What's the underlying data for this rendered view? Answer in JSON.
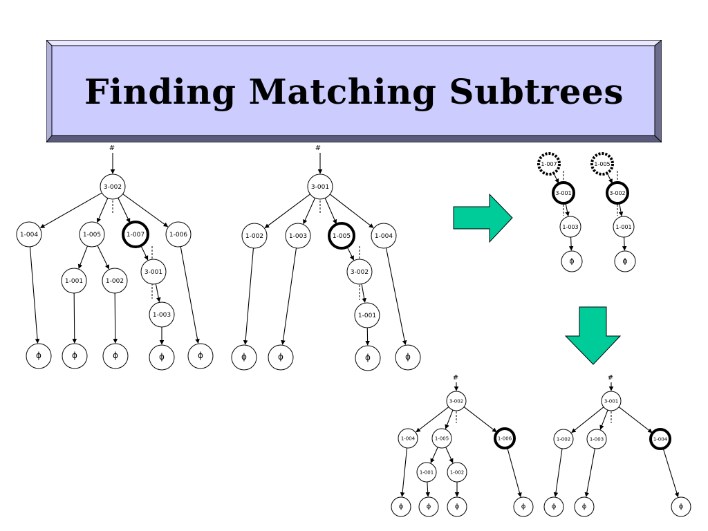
{
  "title": "Finding Matching Subtrees",
  "colors": {
    "title_fill": "#ccccff",
    "title_bevel_dark": "#7a7a9a",
    "title_bevel_light": "#e8e8ff",
    "arrow_fill": "#00cc99",
    "node_stroke": "#000000"
  },
  "trees": [
    {
      "id": "tree-a",
      "root_marker": "#",
      "nodes": [
        {
          "id": "a0",
          "label": "3-002"
        },
        {
          "id": "a1",
          "label": "1-004"
        },
        {
          "id": "a2",
          "label": "1-005"
        },
        {
          "id": "a3",
          "label": "1-007",
          "highlight": "bold"
        },
        {
          "id": "a4",
          "label": "1-006"
        },
        {
          "id": "a5",
          "label": "1-001"
        },
        {
          "id": "a6",
          "label": "1-002"
        },
        {
          "id": "a7",
          "label": "3-001"
        },
        {
          "id": "a8",
          "label": "1-003"
        },
        {
          "id": "a9",
          "label": "ϕ"
        },
        {
          "id": "a10",
          "label": "ϕ"
        },
        {
          "id": "a11",
          "label": "ϕ"
        },
        {
          "id": "a12",
          "label": "ϕ"
        },
        {
          "id": "a13",
          "label": "ϕ"
        }
      ]
    },
    {
      "id": "tree-b",
      "root_marker": "#",
      "nodes": [
        {
          "id": "b0",
          "label": "3-001"
        },
        {
          "id": "b1",
          "label": "1-002"
        },
        {
          "id": "b2",
          "label": "1-003"
        },
        {
          "id": "b3",
          "label": "1-005",
          "highlight": "bold"
        },
        {
          "id": "b4",
          "label": "1-004"
        },
        {
          "id": "b5",
          "label": "3-002"
        },
        {
          "id": "b6",
          "label": "1-001"
        },
        {
          "id": "b7",
          "label": "ϕ"
        },
        {
          "id": "b8",
          "label": "ϕ"
        },
        {
          "id": "b9",
          "label": "ϕ"
        },
        {
          "id": "b10",
          "label": "ϕ"
        }
      ]
    },
    {
      "id": "subtree-c",
      "nodes": [
        {
          "id": "c0",
          "label": "1-007",
          "highlight": "dashed"
        },
        {
          "id": "c1",
          "label": "3-001",
          "highlight": "bold"
        },
        {
          "id": "c2",
          "label": "1-003"
        },
        {
          "id": "c3",
          "label": "ϕ"
        }
      ]
    },
    {
      "id": "subtree-d",
      "nodes": [
        {
          "id": "d0",
          "label": "1-005",
          "highlight": "dashed"
        },
        {
          "id": "d1",
          "label": "3-002",
          "highlight": "bold"
        },
        {
          "id": "d2",
          "label": "1-001"
        },
        {
          "id": "d3",
          "label": "ϕ"
        }
      ]
    },
    {
      "id": "tree-e",
      "root_marker": "#",
      "nodes": [
        {
          "id": "e0",
          "label": "3-002"
        },
        {
          "id": "e1",
          "label": "1-004"
        },
        {
          "id": "e2",
          "label": "1-005"
        },
        {
          "id": "e3",
          "label": "1-006",
          "highlight": "bold"
        },
        {
          "id": "e4",
          "label": "1-001"
        },
        {
          "id": "e5",
          "label": "1-002"
        },
        {
          "id": "e6",
          "label": "ϕ"
        },
        {
          "id": "e7",
          "label": "ϕ"
        },
        {
          "id": "e8",
          "label": "ϕ"
        },
        {
          "id": "e9",
          "label": "ϕ"
        }
      ]
    },
    {
      "id": "tree-f",
      "root_marker": "#",
      "nodes": [
        {
          "id": "f0",
          "label": "3-001"
        },
        {
          "id": "f1",
          "label": "1-002"
        },
        {
          "id": "f2",
          "label": "1-003"
        },
        {
          "id": "f3",
          "label": "1-004",
          "highlight": "bold"
        },
        {
          "id": "f4",
          "label": "ϕ"
        },
        {
          "id": "f5",
          "label": "ϕ"
        },
        {
          "id": "f6",
          "label": "ϕ"
        }
      ]
    }
  ],
  "arrows": [
    {
      "id": "arrow-right",
      "direction": "right"
    },
    {
      "id": "arrow-down",
      "direction": "down"
    }
  ]
}
